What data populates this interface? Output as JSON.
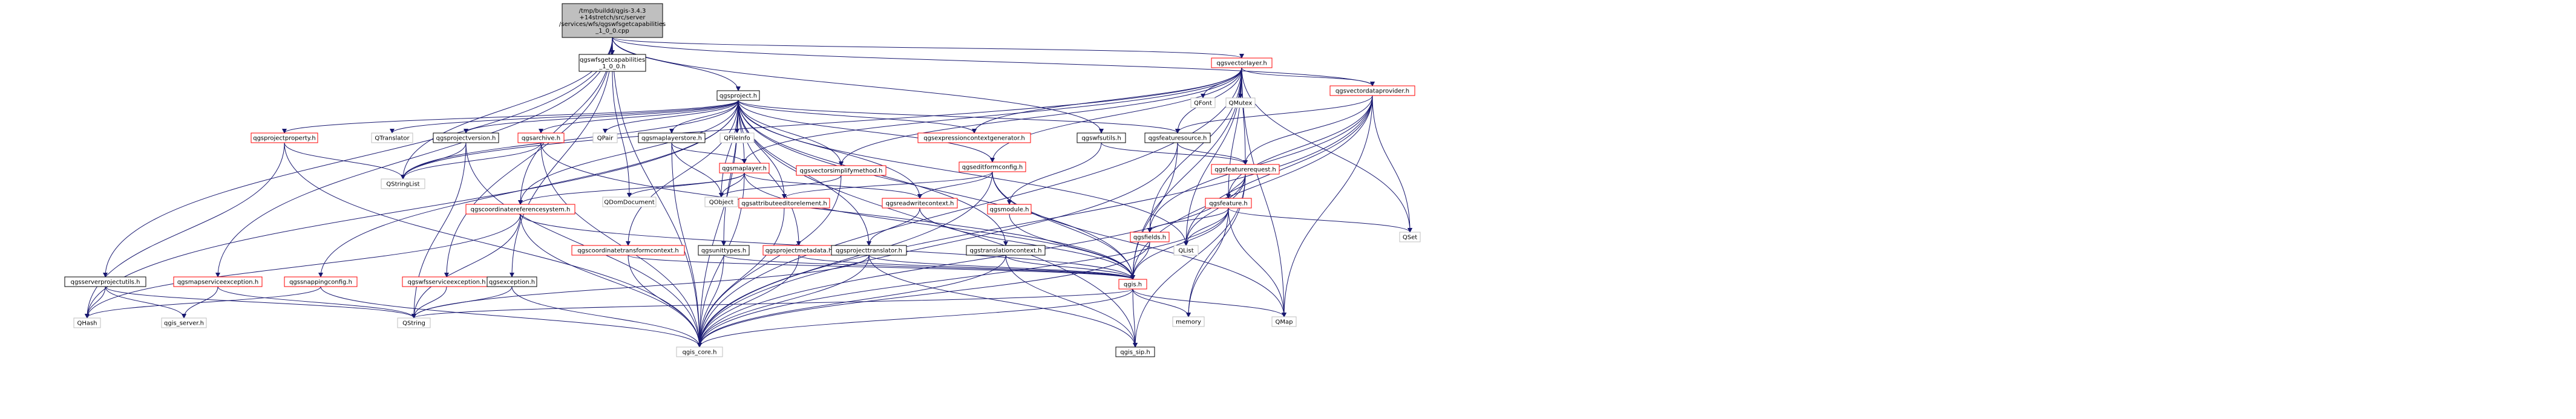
{
  "colors": {
    "root_fill": "#bfbfbf",
    "node_fill": "#ffffff",
    "node_border": "#000000",
    "node_border_linked": "#ff0000",
    "external_border": "#bfbfbf",
    "edge": "#191970"
  },
  "nodes": [
    {
      "id": "root",
      "lines": [
        "/tmp/buildd/qgis-3.4.3",
        "+14stretch/src/server",
        "/services/wfs/qgswfsgetcapabilities",
        "_1_0_0.cpp"
      ],
      "kind": "root"
    },
    {
      "id": "getcap",
      "lines": [
        "qgswfsgetcapabilities",
        "_1_0_0.h"
      ],
      "kind": "normal"
    },
    {
      "id": "qgsvectorlayer",
      "lines": [
        "qgsvectorlayer.h"
      ],
      "kind": "linked"
    },
    {
      "id": "qgsvectordataprovider",
      "lines": [
        "qgsvectordataprovider.h"
      ],
      "kind": "linked"
    },
    {
      "id": "qgsproject",
      "lines": [
        "qgsproject.h"
      ],
      "kind": "normal"
    },
    {
      "id": "qgsprojectproperty",
      "lines": [
        "qgsprojectproperty.h"
      ],
      "kind": "linked"
    },
    {
      "id": "qtranslator",
      "lines": [
        "QTranslator"
      ],
      "kind": "external"
    },
    {
      "id": "qgsprojectversion",
      "lines": [
        "qgsprojectversion.h"
      ],
      "kind": "normal"
    },
    {
      "id": "qgsarchive",
      "lines": [
        "qgsarchive.h"
      ],
      "kind": "linked"
    },
    {
      "id": "qpair",
      "lines": [
        "QPair"
      ],
      "kind": "external"
    },
    {
      "id": "qgsmaplayerstore",
      "lines": [
        "qgsmaplayerstore.h"
      ],
      "kind": "normal"
    },
    {
      "id": "qfileinfo",
      "lines": [
        "QFileInfo"
      ],
      "kind": "external"
    },
    {
      "id": "qgsexpressioncontextgenerator",
      "lines": [
        "qgsexpressioncontextgenerator.h"
      ],
      "kind": "linked"
    },
    {
      "id": "qgswfsutils",
      "lines": [
        "qgswfsutils.h"
      ],
      "kind": "normal"
    },
    {
      "id": "qgsfeaturesource",
      "lines": [
        "qgsfeaturesource.h"
      ],
      "kind": "normal"
    },
    {
      "id": "qfont",
      "lines": [
        "QFont"
      ],
      "kind": "external"
    },
    {
      "id": "qmutex",
      "lines": [
        "QMutex"
      ],
      "kind": "external"
    },
    {
      "id": "qgsmaplayer",
      "lines": [
        "qgsmaplayer.h"
      ],
      "kind": "linked"
    },
    {
      "id": "qgsvectorsimplifymethod",
      "lines": [
        "qgsvectorsimplifymethod.h"
      ],
      "kind": "linked"
    },
    {
      "id": "qgseditformconfig",
      "lines": [
        "qgseditformconfig.h"
      ],
      "kind": "linked"
    },
    {
      "id": "qgsfeaturerequest",
      "lines": [
        "qgsfeaturerequest.h"
      ],
      "kind": "linked"
    },
    {
      "id": "qgsfeature",
      "lines": [
        "qgsfeature.h"
      ],
      "kind": "linked"
    },
    {
      "id": "qstringlist",
      "lines": [
        "QStringList"
      ],
      "kind": "external"
    },
    {
      "id": "qgscoordinatereferencesystem",
      "lines": [
        "qgscoordinatereferencesystem.h"
      ],
      "kind": "linked"
    },
    {
      "id": "qdomdocument",
      "lines": [
        "QDomDocument"
      ],
      "kind": "external"
    },
    {
      "id": "qobject",
      "lines": [
        "QObject"
      ],
      "kind": "external"
    },
    {
      "id": "qgsattributeeditorelement",
      "lines": [
        "qgsattributeeditorelement.h"
      ],
      "kind": "linked"
    },
    {
      "id": "qgsreadwritecontext",
      "lines": [
        "qgsreadwritecontext.h"
      ],
      "kind": "linked"
    },
    {
      "id": "qgsmodule",
      "lines": [
        "qgsmodule.h"
      ],
      "kind": "linked"
    },
    {
      "id": "qgsfields",
      "lines": [
        "qgsfields.h"
      ],
      "kind": "linked"
    },
    {
      "id": "qset",
      "lines": [
        "QSet"
      ],
      "kind": "external"
    },
    {
      "id": "qgscoordinatetransformcontext",
      "lines": [
        "qgscoordinatetransformcontext.h"
      ],
      "kind": "linked"
    },
    {
      "id": "qgsunittypes",
      "lines": [
        "qgsunittypes.h"
      ],
      "kind": "normal"
    },
    {
      "id": "qgsprojectmetadata",
      "lines": [
        "qgsprojectmetadata.h"
      ],
      "kind": "linked"
    },
    {
      "id": "qgsprojecttranslator",
      "lines": [
        "qgsprojecttranslator.h"
      ],
      "kind": "normal"
    },
    {
      "id": "qgstranslationcontext",
      "lines": [
        "qgstranslationcontext.h"
      ],
      "kind": "normal"
    },
    {
      "id": "qlist",
      "lines": [
        "QList"
      ],
      "kind": "external"
    },
    {
      "id": "qgis",
      "lines": [
        "qgis.h"
      ],
      "kind": "linked"
    },
    {
      "id": "qgsserverprojectutils",
      "lines": [
        "qgsserverprojectutils.h"
      ],
      "kind": "normal"
    },
    {
      "id": "qgsmapserviceexception",
      "lines": [
        "qgsmapserviceexception.h"
      ],
      "kind": "linked"
    },
    {
      "id": "qgssnappingconfig",
      "lines": [
        "qgssnappingconfig.h"
      ],
      "kind": "linked"
    },
    {
      "id": "qgswfsserviceexception",
      "lines": [
        "qgswfsserviceexception.h"
      ],
      "kind": "linked"
    },
    {
      "id": "qgsexception",
      "lines": [
        "qgsexception.h"
      ],
      "kind": "normal"
    },
    {
      "id": "qhash",
      "lines": [
        "QHash"
      ],
      "kind": "external"
    },
    {
      "id": "qgs_server",
      "lines": [
        "qgis_server.h"
      ],
      "kind": "external_grey"
    },
    {
      "id": "qstring",
      "lines": [
        "QString"
      ],
      "kind": "external"
    },
    {
      "id": "qgis_core",
      "lines": [
        "qgis_core.h"
      ],
      "kind": "external"
    },
    {
      "id": "qgis_sip",
      "lines": [
        "qgis_sip.h"
      ],
      "kind": "normal"
    },
    {
      "id": "memory",
      "lines": [
        "memory"
      ],
      "kind": "external"
    },
    {
      "id": "qmap",
      "lines": [
        "QMap"
      ],
      "kind": "external"
    }
  ],
  "edges": [
    [
      "root",
      "getcap"
    ],
    [
      "root",
      "qgsproject"
    ],
    [
      "root",
      "qgsvectorlayer"
    ],
    [
      "root",
      "qgsvectordataprovider"
    ],
    [
      "root",
      "qstringlist"
    ],
    [
      "root",
      "qgscoordinatereferencesystem"
    ],
    [
      "root",
      "qgswfsutils"
    ],
    [
      "root",
      "qgsserverprojectutils"
    ],
    [
      "root",
      "qgsmapserviceexception"
    ],
    [
      "root",
      "qgsexception"
    ],
    [
      "root",
      "qgswfsserviceexception"
    ],
    [
      "root",
      "qgis_core"
    ],
    [
      "getcap",
      "qdomdocument"
    ],
    [
      "qgsproject",
      "qgsprojectproperty"
    ],
    [
      "qgsproject",
      "qtranslator"
    ],
    [
      "qgsproject",
      "qgsprojectversion"
    ],
    [
      "qgsproject",
      "qgsarchive"
    ],
    [
      "qgsproject",
      "qpair"
    ],
    [
      "qgsproject",
      "qgsmaplayerstore"
    ],
    [
      "qgsproject",
      "qfileinfo"
    ],
    [
      "qgsproject",
      "qgsexpressioncontextgenerator"
    ],
    [
      "qgsproject",
      "qgsmaplayer"
    ],
    [
      "qgsproject",
      "qgssnappingconfig"
    ],
    [
      "qgsproject",
      "qgsreadwritecontext"
    ],
    [
      "qgsproject",
      "qgscoordinatereferencesystem"
    ],
    [
      "qgsproject",
      "qgsunittypes"
    ],
    [
      "qgsproject",
      "qgsprojectmetadata"
    ],
    [
      "qgsproject",
      "qgsprojecttranslator"
    ],
    [
      "qgsproject",
      "qgstranslationcontext"
    ],
    [
      "qgsproject",
      "qgis"
    ],
    [
      "qgsproject",
      "qstringlist"
    ],
    [
      "qgsproject",
      "qhash"
    ],
    [
      "qgsproject",
      "qlist"
    ],
    [
      "qgsproject",
      "qobject"
    ],
    [
      "qgsproject",
      "qgscoordinatetransformcontext"
    ],
    [
      "qgsproject",
      "qgsattributeeditorelement"
    ],
    [
      "qgsproject",
      "qgis_core"
    ],
    [
      "qgsproject",
      "qgis_sip"
    ],
    [
      "qgsproject",
      "qgsfeaturesource"
    ],
    [
      "qgsproject",
      "qgsvectorsimplifymethod"
    ],
    [
      "qgsproject",
      "qgseditformconfig"
    ],
    [
      "qgsprojectproperty",
      "qstringlist"
    ],
    [
      "qgsprojectproperty",
      "qhash"
    ],
    [
      "qgsprojectproperty",
      "qgis_core"
    ],
    [
      "qgsprojectversion",
      "qstringlist"
    ],
    [
      "qgsprojectversion",
      "qstring"
    ],
    [
      "qgsprojectversion",
      "qgis_core"
    ],
    [
      "qgsarchive",
      "qstringlist"
    ],
    [
      "qgsarchive",
      "qgis_core"
    ],
    [
      "qgsarchive",
      "qgis"
    ],
    [
      "qgsmaplayerstore",
      "qgsmaplayer"
    ],
    [
      "qgsmaplayerstore",
      "qobject"
    ],
    [
      "qgsmaplayerstore",
      "qgis_core"
    ],
    [
      "qgsvectorlayer",
      "qgsvectordataprovider"
    ],
    [
      "qgsvectorlayer",
      "qfont"
    ],
    [
      "qgsvectorlayer",
      "qmutex"
    ],
    [
      "qgsvectorlayer",
      "qgsexpressioncontextgenerator"
    ],
    [
      "qgsvectorlayer",
      "qgsfeaturesource"
    ],
    [
      "qgsvectorlayer",
      "qgsmaplayer"
    ],
    [
      "qgsvectorlayer",
      "qgsvectorsimplifymethod"
    ],
    [
      "qgsvectorlayer",
      "qgseditformconfig"
    ],
    [
      "qgsvectorlayer",
      "qgsfeaturerequest"
    ],
    [
      "qgsvectorlayer",
      "qgsfeature"
    ],
    [
      "qgsvectorlayer",
      "qgsfields"
    ],
    [
      "qgsvectorlayer",
      "qset"
    ],
    [
      "qgsvectorlayer",
      "qlist"
    ],
    [
      "qgsvectorlayer",
      "qmap"
    ],
    [
      "qgsvectorlayer",
      "qgis"
    ],
    [
      "qgsvectorlayer",
      "qgis_core"
    ],
    [
      "qgsvectorlayer",
      "qstringlist"
    ],
    [
      "qgsvectordataprovider",
      "qgsfeaturesource"
    ],
    [
      "qgsvectordataprovider",
      "qgsfeaturerequest"
    ],
    [
      "qgsvectordataprovider",
      "qgsfeature"
    ],
    [
      "qgsvectordataprovider",
      "qset"
    ],
    [
      "qgsvectordataprovider",
      "qlist"
    ],
    [
      "qgsvectordataprovider",
      "qmap"
    ],
    [
      "qgsvectordataprovider",
      "qgis"
    ],
    [
      "qgsvectordataprovider",
      "qgis_core"
    ],
    [
      "qgsvectordataprovider",
      "qgsfields"
    ],
    [
      "qgswfsutils",
      "qgsmodule"
    ],
    [
      "qgswfsutils",
      "qgsfeaturerequest"
    ],
    [
      "qgsfeaturesource",
      "qgsfeaturerequest"
    ],
    [
      "qgsfeaturesource",
      "qgis"
    ],
    [
      "qgsfeaturesource",
      "qgis_core"
    ],
    [
      "qgsfeaturerequest",
      "qgsfeature"
    ],
    [
      "qgsfeaturerequest",
      "qlist"
    ],
    [
      "qgsfeaturerequest",
      "memory"
    ],
    [
      "qgsfeaturerequest",
      "qgis_core"
    ],
    [
      "qgsfeaturerequest",
      "qgis_sip"
    ],
    [
      "qgsfeature",
      "qset"
    ],
    [
      "qgsfeature",
      "qlist"
    ],
    [
      "qgsfeature",
      "qmap"
    ],
    [
      "qgsfeature",
      "memory"
    ],
    [
      "qgsfeature",
      "qgsfields"
    ],
    [
      "qgsfeature",
      "qgis"
    ],
    [
      "qgsfeature",
      "qgis_core"
    ],
    [
      "qgsmaplayer",
      "qobject"
    ],
    [
      "qgsmaplayer",
      "qdomdocument"
    ],
    [
      "qgsmaplayer",
      "qgscoordinatereferencesystem"
    ],
    [
      "qgsmaplayer",
      "qgsreadwritecontext"
    ],
    [
      "qgsmaplayer",
      "qgis"
    ],
    [
      "qgsmaplayer",
      "qgis_core"
    ],
    [
      "qgsvectorsimplifymethod",
      "qobject"
    ],
    [
      "qgsvectorsimplifymethod",
      "qgis_core"
    ],
    [
      "qgseditformconfig",
      "qgsattributeeditorelement"
    ],
    [
      "qgseditformconfig",
      "qgsreadwritecontext"
    ],
    [
      "qgseditformconfig",
      "qgis"
    ],
    [
      "qgseditformconfig",
      "qgis_core"
    ],
    [
      "qgseditformconfig",
      "qmap"
    ],
    [
      "qgsattributeeditorelement",
      "qgis_core"
    ],
    [
      "qgscoordinatereferencesystem",
      "qgis"
    ],
    [
      "qgscoordinatereferencesystem",
      "qstring"
    ],
    [
      "qgscoordinatereferencesystem",
      "qhash"
    ],
    [
      "qgscoordinatereferencesystem",
      "qgis_core"
    ],
    [
      "qgsreadwritecontext",
      "qgsprojecttranslator"
    ],
    [
      "qgsreadwritecontext",
      "qgis"
    ],
    [
      "qgsmodule",
      "qgis"
    ],
    [
      "qgsfields",
      "qgis"
    ],
    [
      "qgsfields",
      "qgis_core"
    ],
    [
      "qgscoordinatetransformcontext",
      "qgis"
    ],
    [
      "qgscoordinatetransformcontext",
      "qgis_core"
    ],
    [
      "qgsunittypes",
      "qgis"
    ],
    [
      "qgsunittypes",
      "qgis_core"
    ],
    [
      "qgsprojectmetadata",
      "qgis"
    ],
    [
      "qgsprojectmetadata",
      "qgis_core"
    ],
    [
      "qgsprojecttranslator",
      "qgis"
    ],
    [
      "qgsprojecttranslator",
      "qgis_core"
    ],
    [
      "qgsprojecttranslator",
      "qstring"
    ],
    [
      "qgsprojecttranslator",
      "qgis_sip"
    ],
    [
      "qgstranslationcontext",
      "qgis"
    ],
    [
      "qgstranslationcontext",
      "qgis_core"
    ],
    [
      "qgstranslationcontext",
      "qgis_sip"
    ],
    [
      "qgis",
      "qgis_core"
    ],
    [
      "qgis",
      "qgis_sip"
    ],
    [
      "qgis",
      "qstring"
    ],
    [
      "qgis",
      "memory"
    ],
    [
      "qgis",
      "qmap"
    ],
    [
      "qgsserverprojectutils",
      "qhash"
    ],
    [
      "qgsserverprojectutils",
      "qgs_server"
    ],
    [
      "qgsserverprojectutils",
      "qstring"
    ],
    [
      "qgsmapserviceexception",
      "qgs_server"
    ],
    [
      "qgsmapserviceexception",
      "qstring"
    ],
    [
      "qgssnappingconfig",
      "qhash"
    ],
    [
      "qgssnappingconfig",
      "qgis_core"
    ],
    [
      "qgswfsserviceexception",
      "qstring"
    ],
    [
      "qgsexception",
      "qstring"
    ],
    [
      "qgsexception",
      "qgis_core"
    ]
  ]
}
